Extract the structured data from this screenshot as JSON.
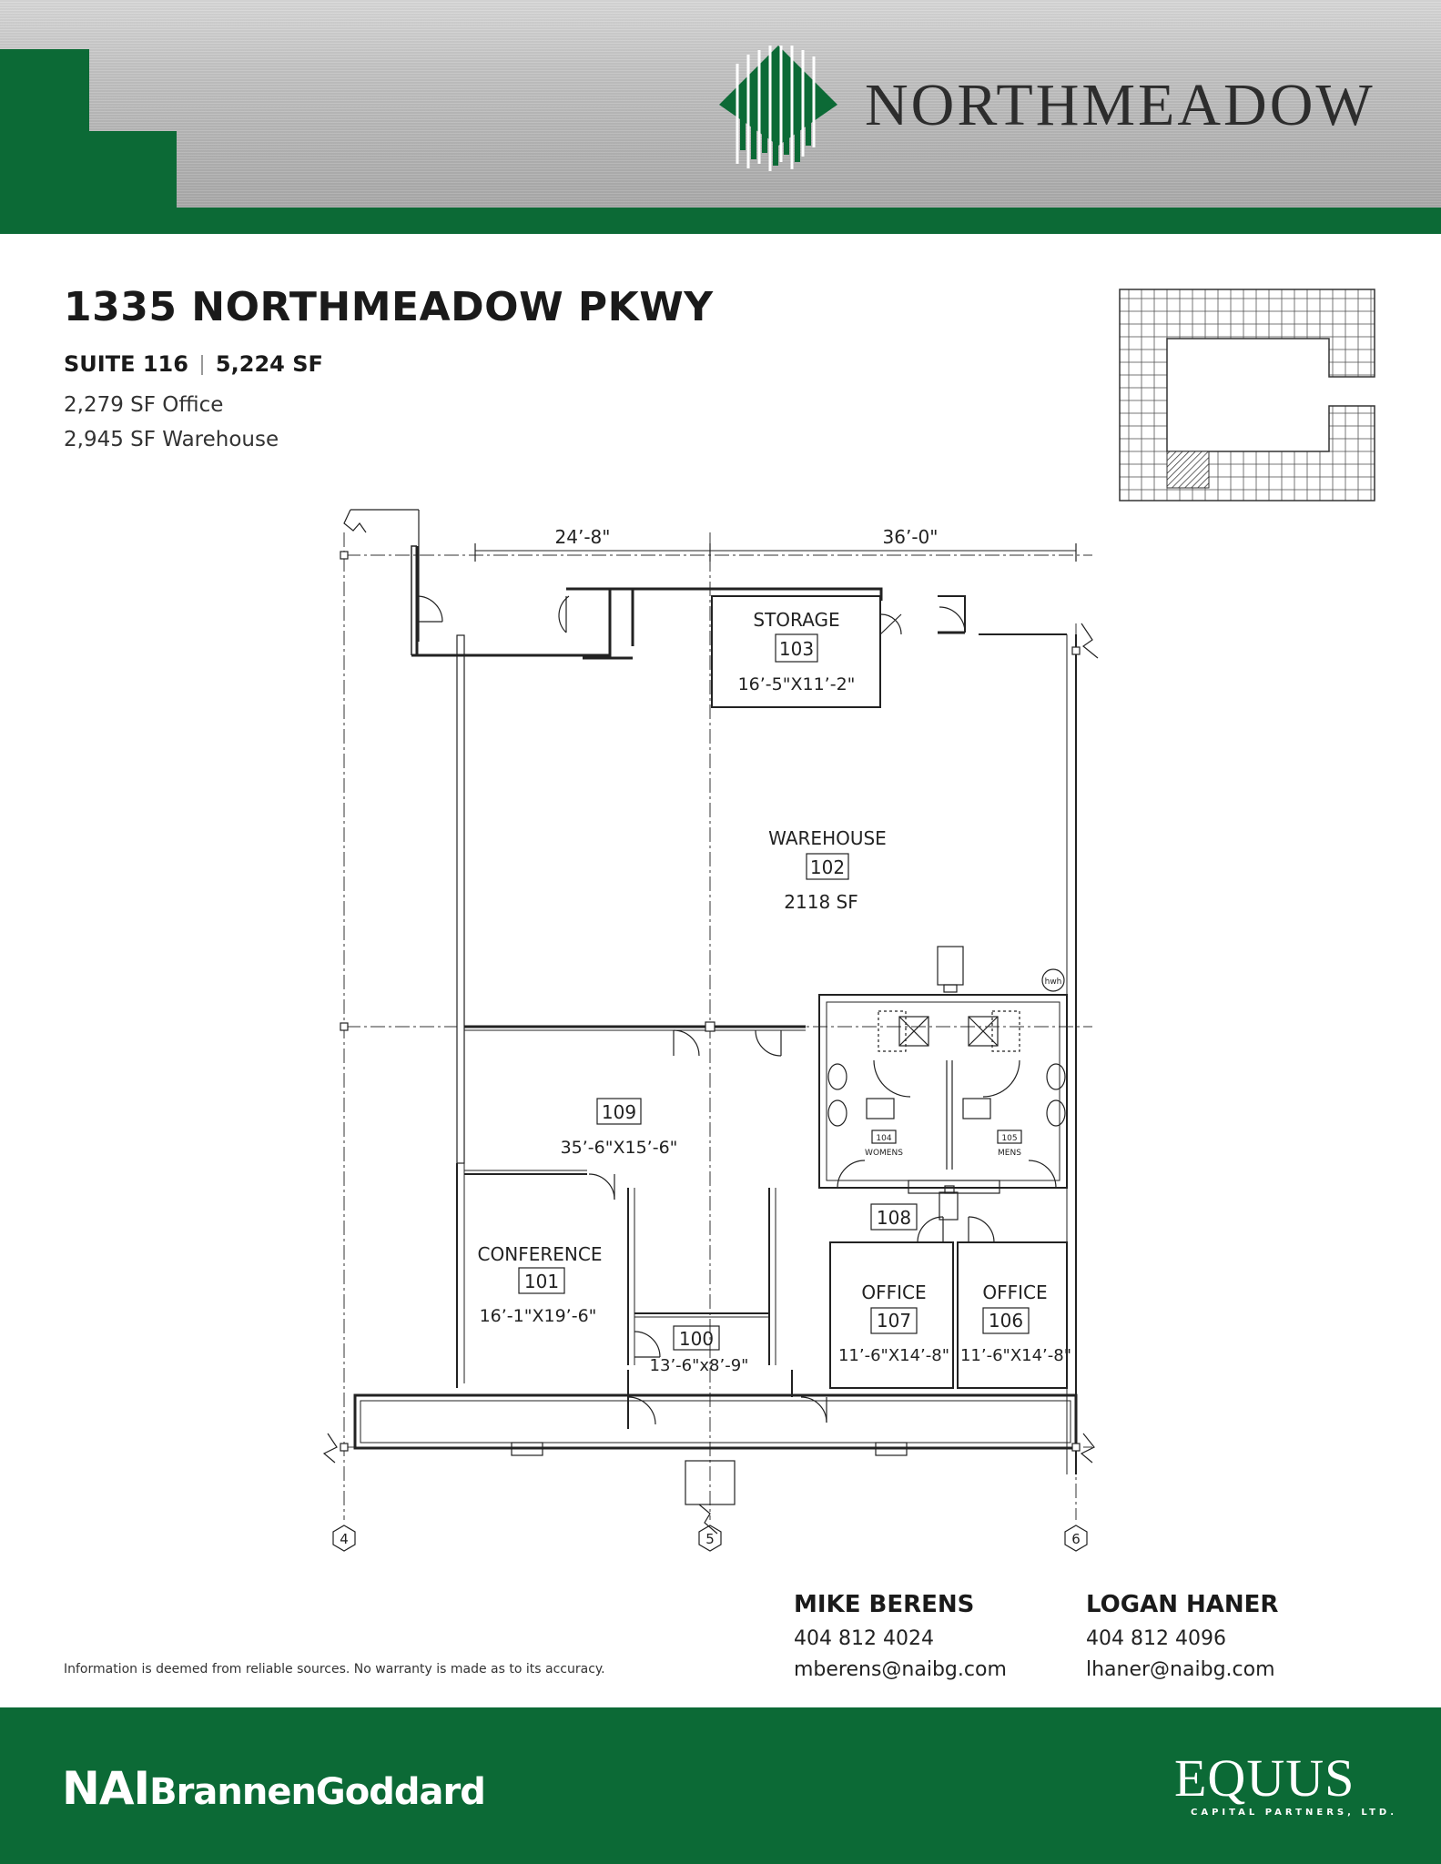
{
  "header": {
    "brand": "NORTHMEADOW"
  },
  "property": {
    "address": "1335 NORTHMEADOW PKWY",
    "suite": "SUITE 116",
    "total_sf": "5,224 SF",
    "office_sf": "2,279 SF Office",
    "warehouse_sf": "2,945 SF Warehouse"
  },
  "plan": {
    "dim_left": "24’-8\"",
    "dim_right": "36’-0\"",
    "rooms": {
      "storage": {
        "name": "STORAGE",
        "number": "103",
        "size": "16’-5\"X11’-2\""
      },
      "warehouse": {
        "name": "WAREHOUSE",
        "number": "102",
        "size": "2118  SF"
      },
      "open_office": {
        "number": "109",
        "size": "35’-6\"X15’-6\""
      },
      "womens": {
        "number": "104",
        "name": "WOMENS"
      },
      "mens": {
        "number": "105",
        "name": "MENS"
      },
      "corridor": {
        "number": "108"
      },
      "conference": {
        "name": "CONFERENCE",
        "number": "101",
        "size": "16’-1\"X19’-6\""
      },
      "lobby": {
        "number": "100",
        "size": "13’-6\"x8’-9\""
      },
      "office_107": {
        "name": "OFFICE",
        "number": "107",
        "size": "11’-6\"X14’-8\""
      },
      "office_106": {
        "name": "OFFICE",
        "number": "106",
        "size": "11’-6\"X14’-8\""
      },
      "hwh": "hwh"
    },
    "grid_labels": [
      "4",
      "5",
      "6"
    ]
  },
  "contacts": [
    {
      "name": "MIKE BERENS",
      "phone": "404 812 4024",
      "email": "mberens@naibg.com"
    },
    {
      "name": "LOGAN HANER",
      "phone": "404 812 4096",
      "email": "lhaner@naibg.com"
    }
  ],
  "disclaimer": "Information is deemed from reliable sources. No warranty is made as to its accuracy.",
  "footer": {
    "nai_prefix": "NAI",
    "nai_name": "BrannenGoddard",
    "equus": "EQUUS",
    "equus_sub": "CAPITAL PARTNERS, LTD."
  },
  "colors": {
    "brand_green": "#0c6a36",
    "steel": "#c2c2c2"
  }
}
